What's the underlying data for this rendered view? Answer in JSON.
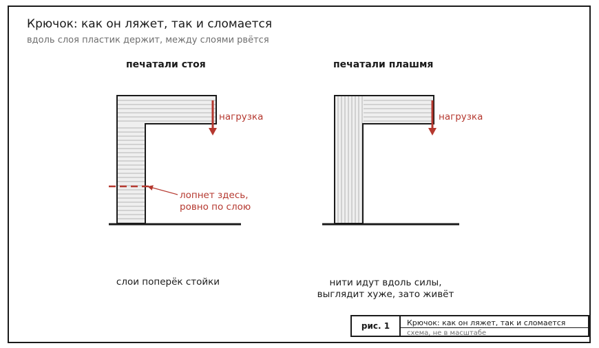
{
  "header": {
    "title": "Крючок: как он ляжет, так и сломается",
    "subtitle": "вдоль слоя пластик держит, между слоями рвётся"
  },
  "left_panel": {
    "heading": "печатали стоя",
    "load_label": "нагрузка",
    "break_label_line1": "лопнет здесь,",
    "break_label_line2": "ровно по слою",
    "caption": "слои поперёк стойки"
  },
  "right_panel": {
    "heading": "печатали плашмя",
    "load_label": "нагрузка",
    "caption_line1": "нити идут вдоль силы,",
    "caption_line2": "выглядит хуже, зато живёт"
  },
  "title_block": {
    "figure_label": "рис. 1",
    "title": "Крючок: как он ляжет, так и сломается",
    "note": "схема, не в масштабе"
  },
  "colors": {
    "ink": "#1a1a1a",
    "accent": "#b5382f",
    "hatch": "#9a9a9a",
    "fill": "#efefef",
    "muted": "#6e6e6e"
  }
}
